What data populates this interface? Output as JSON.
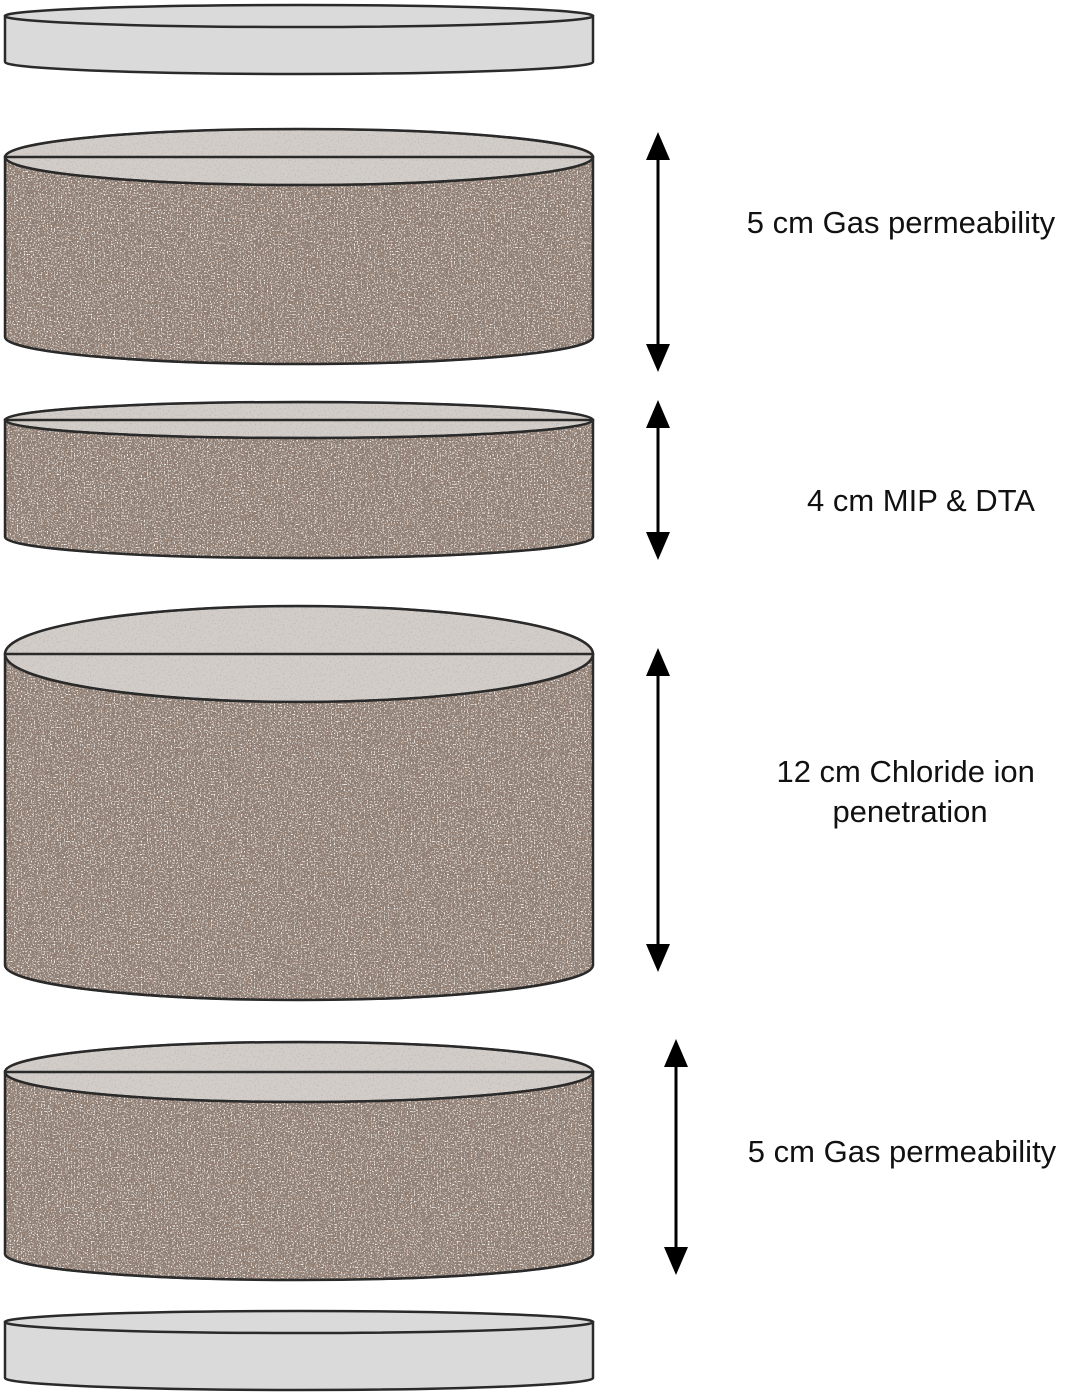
{
  "colors": {
    "background": "#ffffff",
    "outline": "#2a2a2a",
    "concrete_side": "#968377",
    "concrete_top": "#d2cdc8",
    "end_plate": "#dadada",
    "arrow": "#000000"
  },
  "labels": {
    "seg1": [
      "5 cm Gas permeability"
    ],
    "seg2": [
      "4 cm MIP & DTA"
    ],
    "seg3": [
      "12 cm Chloride ion",
      "penetration"
    ],
    "seg4": [
      "5 cm Gas permeability"
    ]
  }
}
